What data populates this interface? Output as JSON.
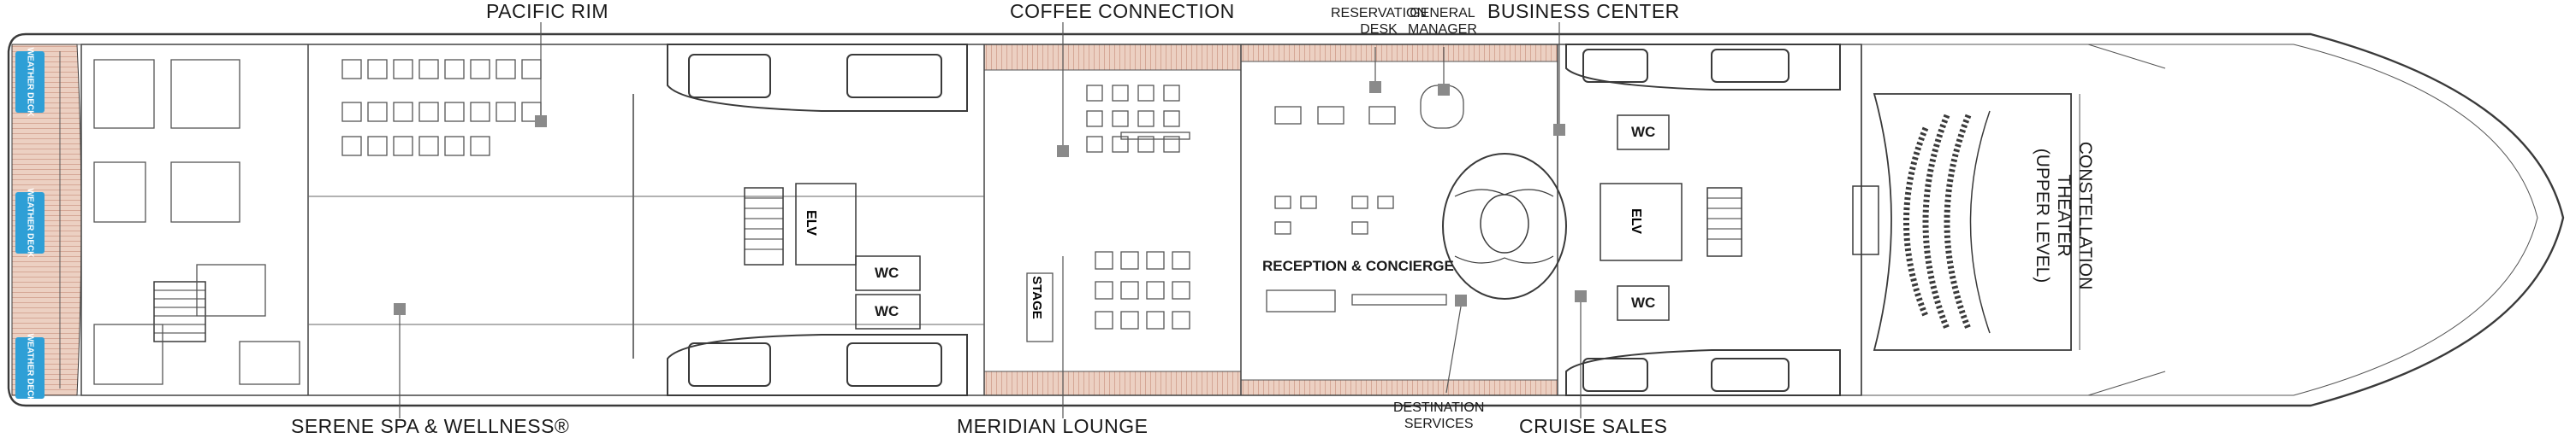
{
  "title": "",
  "labels": {
    "pacific_rim": "PACIFIC RIM",
    "coffee_connection": "COFFEE CONNECTION",
    "reservation_desk": "RESERVATION\nDESK",
    "general_manager": "GENERAL\nMANAGER",
    "business_center": "BUSINESS CENTER",
    "serene_spa": "SERENE SPA & WELLNESS®",
    "meridian_lounge": "MERIDIAN LOUNGE",
    "destination_services": "DESTINATION\nSERVICES",
    "cruise_sales": "CRUISE SALES",
    "reception": "RECEPTION & CONCIERGE",
    "constellation": "CONSTELLATION\nTHEATER\n(UPPER LEVEL)",
    "stage": "STAGE",
    "elv": "ELV",
    "wc": "WC"
  },
  "badges": [
    "WEATHER\nDECK",
    "WEATHER\nDECK",
    "WEATHER\nDECK"
  ],
  "colors": {
    "outline": "#3a3a3a",
    "deck_wood": "#e9c8b8",
    "deck_wood_line": "#c9917f",
    "badge": "#2e9fd6",
    "marker": "#8a8a8a"
  }
}
